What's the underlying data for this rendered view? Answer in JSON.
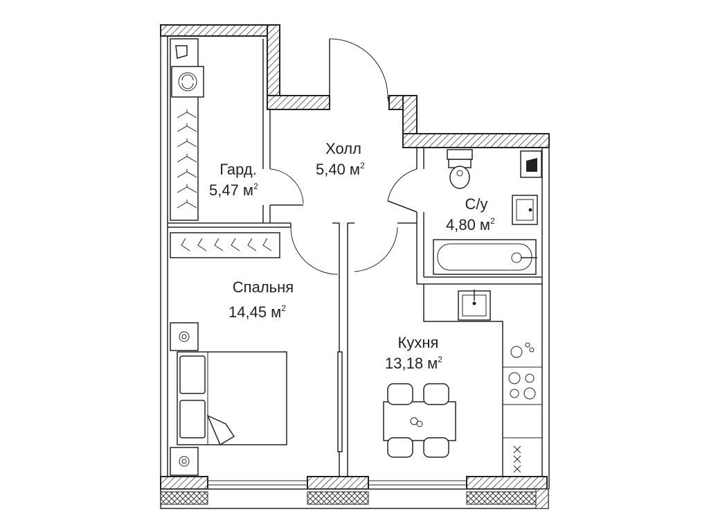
{
  "rooms": {
    "hall": {
      "name": "Холл",
      "area": "5,40 м",
      "unit_sup": "2"
    },
    "wardrobe": {
      "name": "Гард.",
      "area": "5,47 м",
      "unit_sup": "2"
    },
    "bathroom": {
      "name": "С/у",
      "area": "4,80 м",
      "unit_sup": "2"
    },
    "bedroom": {
      "name": "Спальня",
      "area": "14,45 м",
      "unit_sup": "2"
    },
    "kitchen": {
      "name": "Кухня",
      "area": "13,18 м",
      "unit_sup": "2"
    }
  },
  "colors": {
    "line": "#222222",
    "background": "#ffffff"
  }
}
